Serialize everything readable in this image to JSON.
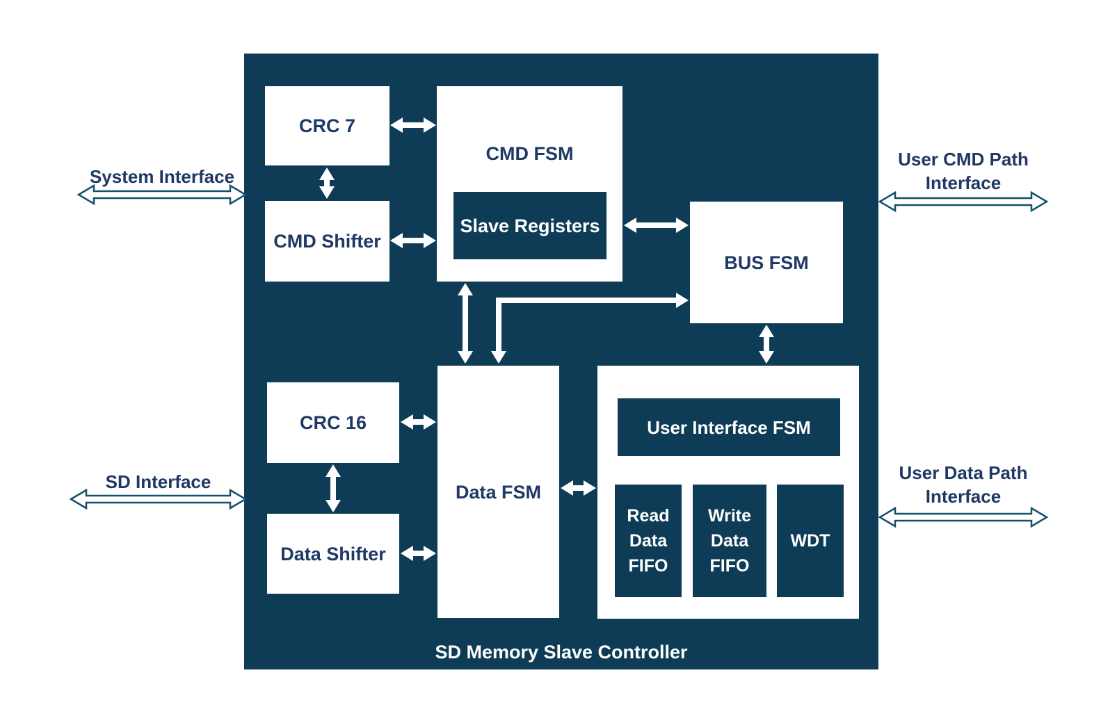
{
  "colors": {
    "canvas_bg": "#ffffff",
    "box_fill": "#0e3c57",
    "block_bg": "#ffffff",
    "navy_text": "#1f3864",
    "white_text": "#ffffff",
    "hollow_arrow_stroke": "#15506b"
  },
  "main_box": {
    "title": "SD Memory Slave Controller"
  },
  "blocks": {
    "crc7": {
      "label": "CRC 7"
    },
    "cmd_shifter": {
      "label": "CMD Shifter"
    },
    "cmd_fsm": {
      "label": "CMD FSM"
    },
    "slave_registers": {
      "label": "Slave Registers"
    },
    "bus_fsm": {
      "label": "BUS FSM"
    },
    "crc16": {
      "label": "CRC 16"
    },
    "data_shifter": {
      "label": "Data Shifter"
    },
    "data_fsm": {
      "label": "Data FSM"
    },
    "user_interface_fsm": {
      "label": "User Interface FSM"
    },
    "read_data_fifo": {
      "label": "Read Data FIFO"
    },
    "write_data_fifo": {
      "label": "Write Data FIFO"
    },
    "wdt": {
      "label": "WDT"
    }
  },
  "interfaces": {
    "system": {
      "label": "System Interface"
    },
    "sd": {
      "label": "SD Interface"
    },
    "user_cmd": {
      "label": "User CMD Path Interface"
    },
    "user_data": {
      "label": "User Data Path Interface"
    }
  }
}
